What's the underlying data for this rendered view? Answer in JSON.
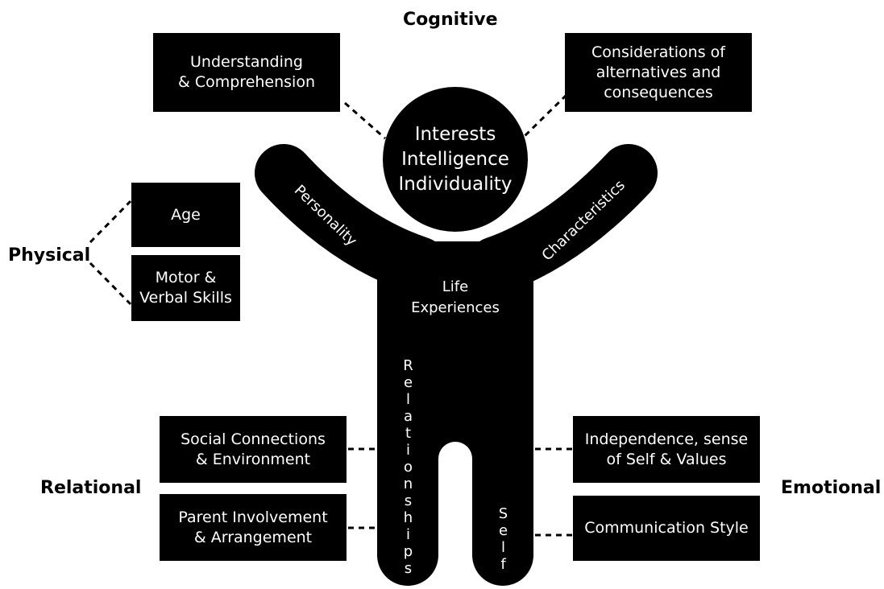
{
  "categories": {
    "cognitive": "Cognitive",
    "physical": "Physical",
    "relational": "Relational",
    "emotional": "Emotional"
  },
  "boxes": {
    "understanding": "Understanding\n& Comprehension",
    "considerations": "Considerations of\nalternatives and\nconsequences",
    "age": "Age",
    "motor": "Motor &\nVerbal Skills",
    "social": "Social Connections\n& Environment",
    "parent": "Parent Involvement\n& Arrangement",
    "independence": "Independence, sense\nof Self & Values",
    "communication": "Communication Style"
  },
  "figure": {
    "head": [
      "Interests",
      "Intelligence",
      "Individuality"
    ],
    "left_arm": "Personality",
    "right_arm": "Characteristics",
    "torso": [
      "Life",
      "Experiences"
    ],
    "left_leg": "Relationships",
    "right_leg": "Self"
  },
  "colors": {
    "figure": "#000000",
    "box_fill": "#000000",
    "box_text": "#ffffff",
    "connector": "#000000"
  }
}
